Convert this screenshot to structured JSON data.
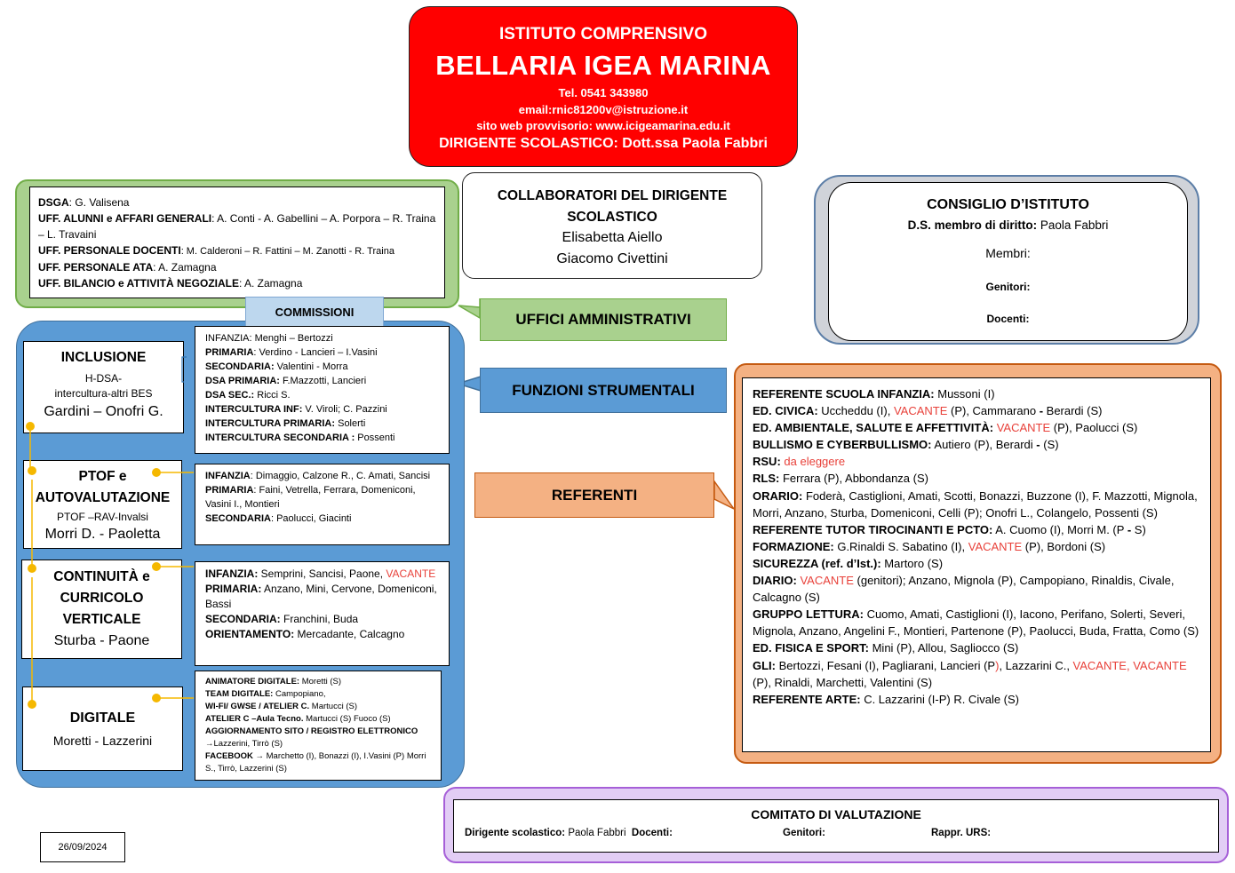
{
  "header": {
    "line1": "ISTITUTO COMPRENSIVO",
    "line2": "BELLARIA IGEA MARINA",
    "tel": "Tel. 0541 343980",
    "email": "email:rnic81200v@istruzione.it",
    "web": "sito web provvisorio: www.icigeamarina.edu.it",
    "dirigente": "DIRIGENTE SCOLASTICO: Dott.ssa Paola Fabbri"
  },
  "uffici": {
    "callout": "UFFICI AMMINISTRATIVI",
    "rows": [
      {
        "label": "DSGA",
        "text": ": G. Valisena"
      },
      {
        "label": "UFF. ALUNNI e AFFARI GENERALI",
        "text": ": A. Conti - A. Gabellini – A. Porpora – R. Traina – L. Travaini"
      },
      {
        "label": "UFF. PERSONALE DOCENTI",
        "text": ": M. Calderoni – R. Fattini – M. Zanotti - R. Traina"
      },
      {
        "label": "UFF. PERSONALE ATA",
        "text": ": A. Zamagna"
      },
      {
        "label": "UFF. BILANCIO e ATTIVITÀ NEGOZIALE",
        "text": ": A. Zamagna"
      }
    ]
  },
  "collaboratori": {
    "title": "COLLABORATORI DEL DIRIGENTE SCOLASTICO",
    "name1": "Elisabetta Aiello",
    "name2": "Giacomo Civettini"
  },
  "consiglio": {
    "title": "CONSIGLIO D’ISTITUTO",
    "ds_label": "D.S. membro di diritto:",
    "ds_name": " Paola Fabbri",
    "membri": "Membri:",
    "genitori": "Genitori:",
    "docenti": "Docenti:"
  },
  "commissioni": {
    "label": "COMMISSIONI",
    "funzioni_label": "FUNZIONI STRUMENTALI",
    "inclusione": {
      "title": "INCLUSIONE",
      "sub1": "H-DSA-",
      "sub2": "intercultura-altri BES",
      "names": "Gardini – Onofri G.",
      "details": [
        {
          "label": "",
          "text": "INFANZIA: Menghi – Bertozzi"
        },
        {
          "label": "PRIMARIA",
          "text": ": Verdino - Lancieri – I.Vasini"
        },
        {
          "label": "SECONDARIA:",
          "text": " Valentini - Morra"
        },
        {
          "label": "DSA PRIMARIA:",
          "text": " F.Mazzotti, Lancieri"
        },
        {
          "label": "DSA SEC.:",
          "text": " Ricci S."
        },
        {
          "label": "INTERCULTURA INF:",
          "text": " V. Viroli; C. Pazzini"
        },
        {
          "label": "INTERCULTURA PRIMARIA:",
          "text": " Solerti"
        },
        {
          "label": "INTERCULTURA SECONDARIA :",
          "text": " Possenti"
        }
      ]
    },
    "ptof": {
      "title1": "PTOF e",
      "title2": "AUTOVALUTAZIONE",
      "sub": "PTOF –RAV-Invalsi",
      "names": "Morri D. - Paoletta",
      "details": [
        {
          "label": "INFANZIA",
          "text": ": Dimaggio, Calzone R., C. Amati, Sancisi"
        },
        {
          "label": "PRIMARIA",
          "text": ": Faini, Vetrella, Ferrara, Domeniconi, Vasini I., Montieri"
        },
        {
          "label": "SECONDARIA",
          "text": ": Paolucci, Giacinti"
        }
      ]
    },
    "continuita": {
      "title1": "CONTINUITÀ e",
      "title2": "CURRICOLO",
      "title3": "VERTICALE",
      "names": "Sturba - Paone",
      "details": [
        {
          "label": "INFANZIA:",
          "text": " Semprini, Sancisi, Paone, ",
          "vacante": "VACANTE"
        },
        {
          "label": "PRIMARIA:",
          "text": " Anzano, Mini, Cervone, Domeniconi, Bassi",
          "vacante": ""
        },
        {
          "label": "SECONDARIA:",
          "text": " Franchini, Buda",
          "vacante": ""
        },
        {
          "label": "ORIENTAMENTO:",
          "text": " Mercadante, Calcagno",
          "vacante": ""
        }
      ]
    },
    "digitale": {
      "title": "DIGITALE",
      "names": "Moretti - Lazzerini",
      "details": [
        {
          "label": "ANIMATORE DIGITALE:",
          "text": " Moretti (S)"
        },
        {
          "label": "TEAM DIGITALE:",
          "text": " Campopiano,"
        },
        {
          "label": "WI-FI/ GWSE / ATELIER C.",
          "text": " Martucci (S)"
        },
        {
          "label": "ATELIER C –Aula Tecno.",
          "text": " Martucci (S) Fuoco (S)"
        },
        {
          "label": "AGGIORNAMENTO SITO / REGISTRO ELETTRONICO",
          "text": ""
        },
        {
          "label": "→",
          "text": "Lazzerini, Tirrò (S)"
        },
        {
          "label": "FACEBOOK",
          "text": " → Marchetto (I), Bonazzi (I), I.Vasini (P) Morri S., Tirrò, Lazzerini (S)"
        }
      ]
    }
  },
  "referenti": {
    "callout": "REFERENTI",
    "items": [
      [
        {
          "b": "REFERENTE SCUOLA INFANZIA:"
        },
        {
          "t": " Mussoni (I)"
        }
      ],
      [
        {
          "b": "ED. CIVICA:"
        },
        {
          "t": " Uccheddu (I), "
        },
        {
          "r": "VACANTE"
        },
        {
          "t": " (P), Cammarano "
        },
        {
          "b": "-"
        },
        {
          "t": " Berardi (S)"
        }
      ],
      [
        {
          "b": "ED. AMBIENTALE, SALUTE E AFFETTIVITÀ:"
        },
        {
          "t": " "
        },
        {
          "r": "VACANTE"
        },
        {
          "t": " (P), Paolucci (S)"
        }
      ],
      [
        {
          "b": "BULLISMO E CYBERBULLISMO:"
        },
        {
          "t": " Autiero (P), Berardi "
        },
        {
          "b": "-"
        },
        {
          "t": " (S)"
        }
      ],
      [
        {
          "b": "RSU:"
        },
        {
          "t": " "
        },
        {
          "r": "da eleggere"
        }
      ],
      [
        {
          "b": "RLS:"
        },
        {
          "t": " Ferrara (P), Abbondanza (S)"
        }
      ],
      [
        {
          "b": "ORARIO:"
        },
        {
          "t": " Foderà, Castiglioni, Amati, Scotti, Bonazzi, Buzzone (I), F. Mazzotti, Mignola, Morri, Anzano, Sturba, Domeniconi, Celli (P); Onofri L., Colangelo, Possenti (S)"
        }
      ],
      [
        {
          "b": "REFERENTE TUTOR TIROCINANTI E PCTO:"
        },
        {
          "t": " A. Cuomo (I), Morri M. (P "
        },
        {
          "b": "-"
        },
        {
          "t": " S)"
        }
      ],
      [
        {
          "b": "FORMAZIONE:"
        },
        {
          "t": " G.Rinaldi  S. Sabatino (I), "
        },
        {
          "r": "VACANTE"
        },
        {
          "t": " (P), Bordoni (S)"
        }
      ],
      [
        {
          "b": "SICUREZZA (ref. d’Ist.):"
        },
        {
          "t": " Martoro (S)"
        }
      ],
      [
        {
          "b": "DIARIO:"
        },
        {
          "t": " "
        },
        {
          "r": "VACANTE"
        },
        {
          "t": " (genitori); Anzano, Mignola (P), Campopiano, Rinaldis, Civale, Calcagno (S)"
        }
      ],
      [
        {
          "b": "GRUPPO LETTURA:"
        },
        {
          "t": " Cuomo, Amati, Castiglioni (I), Iacono, Perifano, Solerti, Severi, Mignola, Anzano, Angelini F., Montieri, Partenone (P), Paolucci, Buda, Fratta, Como (S)"
        }
      ],
      [
        {
          "b": "ED. FISICA E SPORT:"
        },
        {
          "t": " Mini (P), Allou, Sagliocco (S)"
        }
      ],
      [
        {
          "b": "GLI:"
        },
        {
          "t": " Bertozzi, Fesani (I), Pagliarani, Lancieri (P"
        },
        {
          "r": ")"
        },
        {
          "t": ", Lazzarini C., "
        },
        {
          "r": "VACANTE, VACANTE"
        },
        {
          "t": " (P), Rinaldi, Marchetti, Valentini (S)"
        }
      ],
      [
        {
          "b": "REFERENTE ARTE:"
        },
        {
          "t": " C. Lazzarini (I-P) R. Civale (S)"
        }
      ]
    ]
  },
  "comitato": {
    "title": "COMITATO DI VALUTAZIONE",
    "ds_label": "Dirigente scolastico:",
    "ds_name": " Paola Fabbri",
    "docenti": "Docenti:",
    "genitori": "Genitori:",
    "urs": "Rappr. URS:"
  },
  "date": "26/09/2024",
  "colors": {
    "header_red": "#ff0000",
    "uffici_green": "#a9d18e",
    "commissioni_blue": "#5b9bd5",
    "referenti_orange": "#f4b183",
    "comitato_purple": "#e2cdf5",
    "consiglio_gray": "#d0d3d9",
    "vacante_red": "#e8413a",
    "connector_yellow": "#f5b800"
  }
}
